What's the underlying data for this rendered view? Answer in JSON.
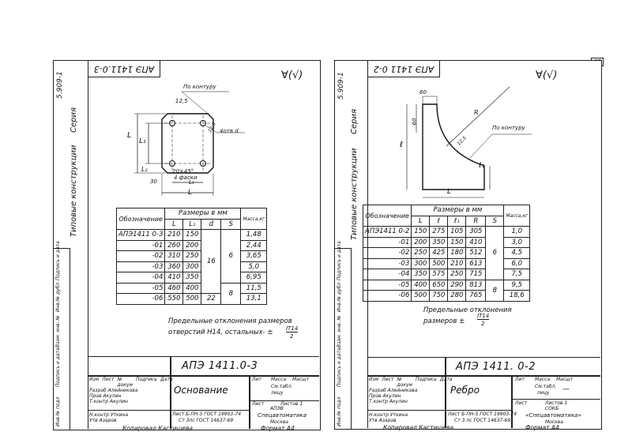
{
  "page_number": "65",
  "left": {
    "series_code": "5.909-1",
    "series_label": "Серия",
    "typical_label": "Типовые конструкции",
    "flipped_doc": "АПЭ 1411.0-3",
    "roughness": "∀(√)",
    "drawing_labels": {
      "contour": "По контуру",
      "radius": "12,5",
      "holes": "4отв d",
      "hole_r": "12,5",
      "chamfer": "20×45°",
      "chamfer_note": "4 фаски",
      "dim_L": "L",
      "dim_L1": "L₁",
      "dim_L2": "L₂",
      "dim_30": "30"
    },
    "table": {
      "header_col": "Обозначение",
      "header_group": "Размеры в мм",
      "header_mass": "Масса,кг",
      "subheaders": [
        "L",
        "L₁",
        "d",
        "S"
      ],
      "rows": [
        {
          "code": "АПЭ1411 0-3",
          "L": "210",
          "L1": "150",
          "mass": "1,48"
        },
        {
          "code": "-01",
          "L": "260",
          "L1": "200",
          "mass": "2,44"
        },
        {
          "code": "-02",
          "L": "310",
          "L1": "250",
          "mass": "3,65"
        },
        {
          "code": "-03",
          "L": "360",
          "L1": "300",
          "mass": "5,0"
        },
        {
          "code": "-04",
          "L": "410",
          "L1": "350",
          "mass": "6,95"
        },
        {
          "code": "-05",
          "L": "460",
          "L1": "400",
          "mass": "11,5"
        },
        {
          "code": "-06",
          "L": "550",
          "L1": "500",
          "mass": "13,1"
        }
      ],
      "merged_d1": "16",
      "merged_d2": "22",
      "merged_s1": "6",
      "merged_s2": "8"
    },
    "note_line1": "Предельные отклонения размеров",
    "note_line2": "отверстий Н14, остальных- ±",
    "note_frac_top": "IT14",
    "note_frac_bot": "2",
    "title_block": {
      "doc": "АПЭ 1411.0-3",
      "name": "Основание",
      "litera": "Лит",
      "mass": "Масса",
      "scale": "Масшт",
      "mass_val": "См.табл.",
      "mass_val2": "лицу",
      "sheet": "Лист",
      "sheets": "Листов 1",
      "material1": "Лист Б-ПН-5 ГОСТ 19903-74",
      "material2": "Ст 3пс ГОСТ 14637-69",
      "org1": "АПЭВ",
      "org2": "Спецавтоматика",
      "org3": "Москва",
      "roles": [
        "Изм",
        "Лист",
        "№ докум",
        "Подпись",
        "Дата"
      ],
      "people": [
        {
          "role": "Разраб",
          "name": "Алейникова"
        },
        {
          "role": "Пров",
          "name": "Акулин"
        },
        {
          "role": "Т.контр",
          "name": "Акулин"
        },
        {
          "role": "Н.контр",
          "name": "Уткина"
        },
        {
          "role": "Утв",
          "name": "Азаров"
        }
      ]
    },
    "footer_copied": "Копировал Кастишева",
    "footer_format": "Формат А4",
    "side_stamps": [
      "Инв.№ подл",
      "Подпись и дата",
      "Взам. инв. №",
      "Инв.№ дубл",
      "Подпись и дата"
    ]
  },
  "right": {
    "series_code": "5.909-1",
    "series_label": "Серия",
    "typical_label": "Типовые конструкции",
    "flipped_doc": "АПЭ 1411 0-2",
    "roughness": "∀(√)",
    "drawing_labels": {
      "top": "60",
      "left": "60",
      "radius": "R",
      "contour": "По контуру",
      "fillet": "12,5",
      "dim_l": "ℓ",
      "dim_l1": "ℓ₁",
      "dim_L": "L"
    },
    "table": {
      "header_col": "Обозначение",
      "header_group": "Размеры в мм",
      "header_mass": "Масса,кг",
      "subheaders": [
        "L",
        "ℓ",
        "ℓ₁",
        "R",
        "S"
      ],
      "rows": [
        {
          "code": "АПЭ1411 0-2",
          "L": "150",
          "l": "275",
          "l1": "105",
          "R": "305",
          "mass": "1,0"
        },
        {
          "code": "-01",
          "L": "200",
          "l": "350",
          "l1": "150",
          "R": "410",
          "mass": "3,0"
        },
        {
          "code": "-02",
          "L": "250",
          "l": "425",
          "l1": "180",
          "R": "512",
          "mass": "4,5"
        },
        {
          "code": "-03",
          "L": "300",
          "l": "500",
          "l1": "210",
          "R": "613",
          "mass": "6,0"
        },
        {
          "code": "-04",
          "L": "350",
          "l": "575",
          "l1": "250",
          "R": "715",
          "mass": "7,5"
        },
        {
          "code": "-05",
          "L": "400",
          "l": "650",
          "l1": "290",
          "R": "813",
          "mass": "9,5"
        },
        {
          "code": "-06",
          "L": "500",
          "l": "750",
          "l1": "280",
          "R": "765",
          "mass": "18,6"
        }
      ],
      "merged_s1": "6",
      "merged_s2": "8"
    },
    "note_line1": "Предельные отклонения",
    "note_line2": "размеров ±",
    "note_frac_top": "IT14",
    "note_frac_bot": "2",
    "title_block": {
      "doc": "АПЭ 1411. 0-2",
      "name": "Ребро",
      "litera": "Лит",
      "mass": "Масса",
      "scale": "Масшт",
      "mass_val": "См.табл.",
      "mass_val2": "лицу",
      "scale_val": "—",
      "sheet": "Лист",
      "sheets": "Листов 1",
      "material1": "Лист Б-ПН-5 ГОСТ 19903-74",
      "material2": "Ст 3 пс ГОСТ 14637-69",
      "org1": "СОКБ",
      "org2": "«Спецавтоматика»",
      "org3": "Москва",
      "roles": [
        "Изм",
        "Лист",
        "№ докум",
        "Подпись",
        "Дата"
      ],
      "people": [
        {
          "role": "Разраб",
          "name": "Алейникова"
        },
        {
          "role": "Пров",
          "name": "Акулин"
        },
        {
          "role": "Т.контр",
          "name": "Акулин"
        },
        {
          "role": "Н.контр",
          "name": "Уткина"
        },
        {
          "role": "Утв",
          "name": "Азаров"
        }
      ]
    },
    "footer_copied": "Копировал Кастишева",
    "footer_format": "Формат А4",
    "side_stamps": [
      "Инв.№ подл",
      "Подпись и дата",
      "Взам. инв. №",
      "Инв.№ дубл",
      "Подпись и дата"
    ]
  }
}
